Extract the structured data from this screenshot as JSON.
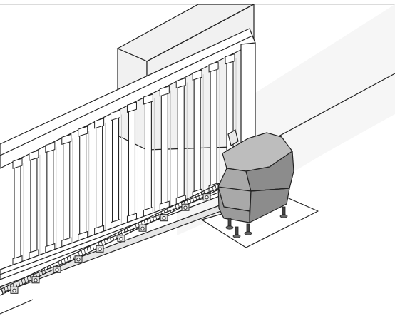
{
  "figure": {
    "subject": "sliding-gate-motor-installation",
    "colors": {
      "background": "#ffffff",
      "line": "#222222",
      "wall_fill": "#f1f1f1",
      "ground_tint": "#f6f6f6",
      "motor_top": "#bdbdbd",
      "motor_front": "#a9a9a9",
      "motor_side": "#8c8c8c",
      "motor_lower": "#9b9b9b",
      "rail_fill": "#e6e6e6",
      "pad_fill": "#ffffff"
    },
    "gate": {
      "bar_count": 14
    },
    "rack": {
      "bracket_count": 10
    },
    "motor": {
      "feet_count": 4
    }
  }
}
